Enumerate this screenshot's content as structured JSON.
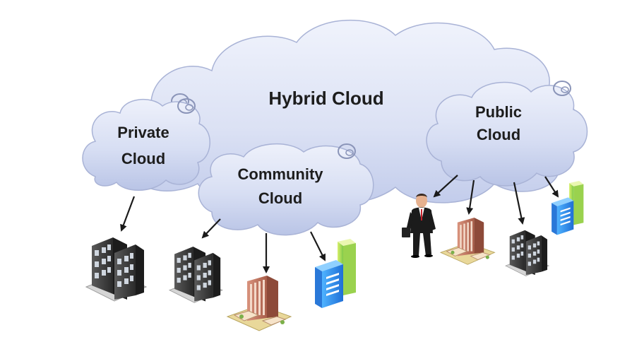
{
  "clouds": {
    "hybrid": {
      "title": "Hybrid Cloud"
    },
    "private": {
      "line1": "Private",
      "line2": "Cloud"
    },
    "community": {
      "line1": "Community",
      "line2": "Cloud"
    },
    "public": {
      "line1": "Public",
      "line2": "Cloud"
    }
  },
  "colors": {
    "cloud_fill_light": "#e9edf9",
    "cloud_fill_dark": "#b9c4e6",
    "cloud_outline": "#a9b3d6",
    "arrow": "#1a1a1a"
  },
  "icons": {
    "private": [
      "office-tower-gray-icon"
    ],
    "community": [
      "office-tower-gray-icon",
      "office-building-brick-icon",
      "office-tower-blue-icon"
    ],
    "public": [
      "businessman-icon",
      "office-building-brick-icon",
      "office-tower-gray-icon",
      "office-tower-blue-icon"
    ]
  }
}
